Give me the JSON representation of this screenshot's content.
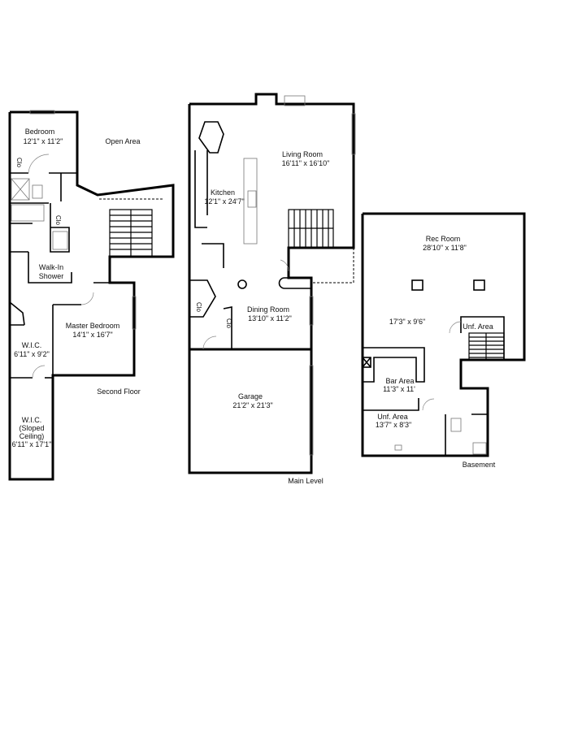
{
  "floors": {
    "second": {
      "caption": "Second Floor",
      "rooms": {
        "bedroom": {
          "name": "Bedroom",
          "size": "12'1\" x 11'2\""
        },
        "open_area": {
          "name": "Open Area"
        },
        "walkin_shower": {
          "line1": "Walk-In",
          "line2": "Shower"
        },
        "master_bedroom": {
          "name": "Master Bedroom",
          "size": "14'1\" x 16'7\""
        },
        "wic1": {
          "name": "W.I.C.",
          "size": "6'11\" x 9'2\""
        },
        "wic2": {
          "line1": "W.I.C.",
          "line2": "(Sloped",
          "line3": "Ceiling)",
          "size": "6'11\" x 17'1\""
        }
      },
      "closets": {
        "clo1": "Clo",
        "clo2": "Clo"
      }
    },
    "main": {
      "caption": "Main Level",
      "rooms": {
        "kitchen": {
          "name": "Kitchen",
          "size": "12'1\" x 24'7\""
        },
        "living_room": {
          "name": "Living Room",
          "size": "16'11\" x 16'10\""
        },
        "dining_room": {
          "name": "Dining Room",
          "size": "13'10\" x 11'2\""
        },
        "garage": {
          "name": "Garage",
          "size": "21'2\" x 21'3\""
        }
      },
      "closets": {
        "clo1": "Clo",
        "clo2": "Clo"
      }
    },
    "basement": {
      "caption": "Basement",
      "rooms": {
        "rec_room": {
          "name": "Rec Room",
          "size": "28'10\" x 11'8\""
        },
        "open_space": {
          "size": "17'3\" x 9'6\""
        },
        "unf_area_top": {
          "name": "Unf. Area"
        },
        "bar_area": {
          "name": "Bar Area",
          "size": "11'3\" x 11'"
        },
        "unf_area_bottom": {
          "name": "Unf. Area",
          "size": "13'7\" x 8'3\""
        }
      }
    }
  }
}
